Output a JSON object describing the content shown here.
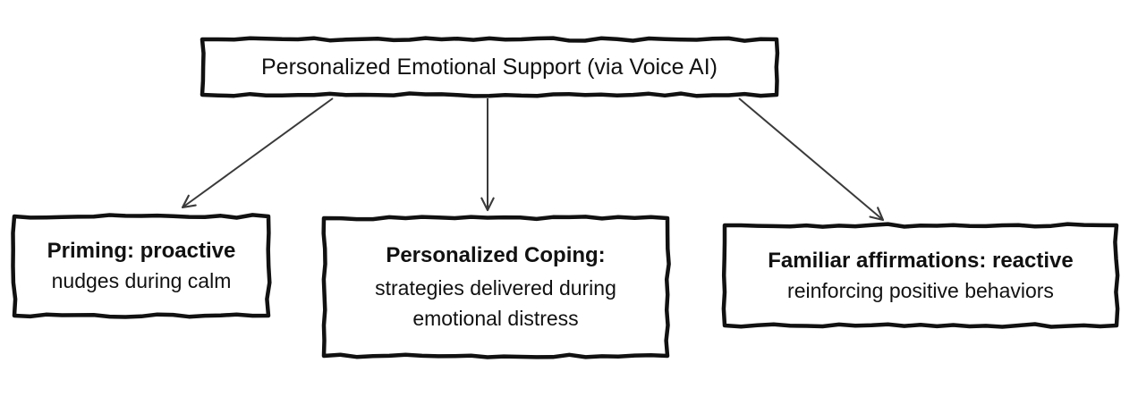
{
  "root": {
    "label": "Personalized Emotional Support (via Voice AI)"
  },
  "children": [
    {
      "title": "Priming: proactive",
      "lines": [
        "nudges during calm"
      ]
    },
    {
      "title": "Personalized Coping:",
      "lines": [
        "strategies delivered during",
        "emotional distress"
      ]
    },
    {
      "title": "Familiar affirmations: reactive",
      "lines": [
        "reinforcing positive behaviors"
      ]
    }
  ],
  "colors": {
    "ink": "#111111",
    "arrow": "#3a3a3a",
    "background": "#ffffff"
  }
}
